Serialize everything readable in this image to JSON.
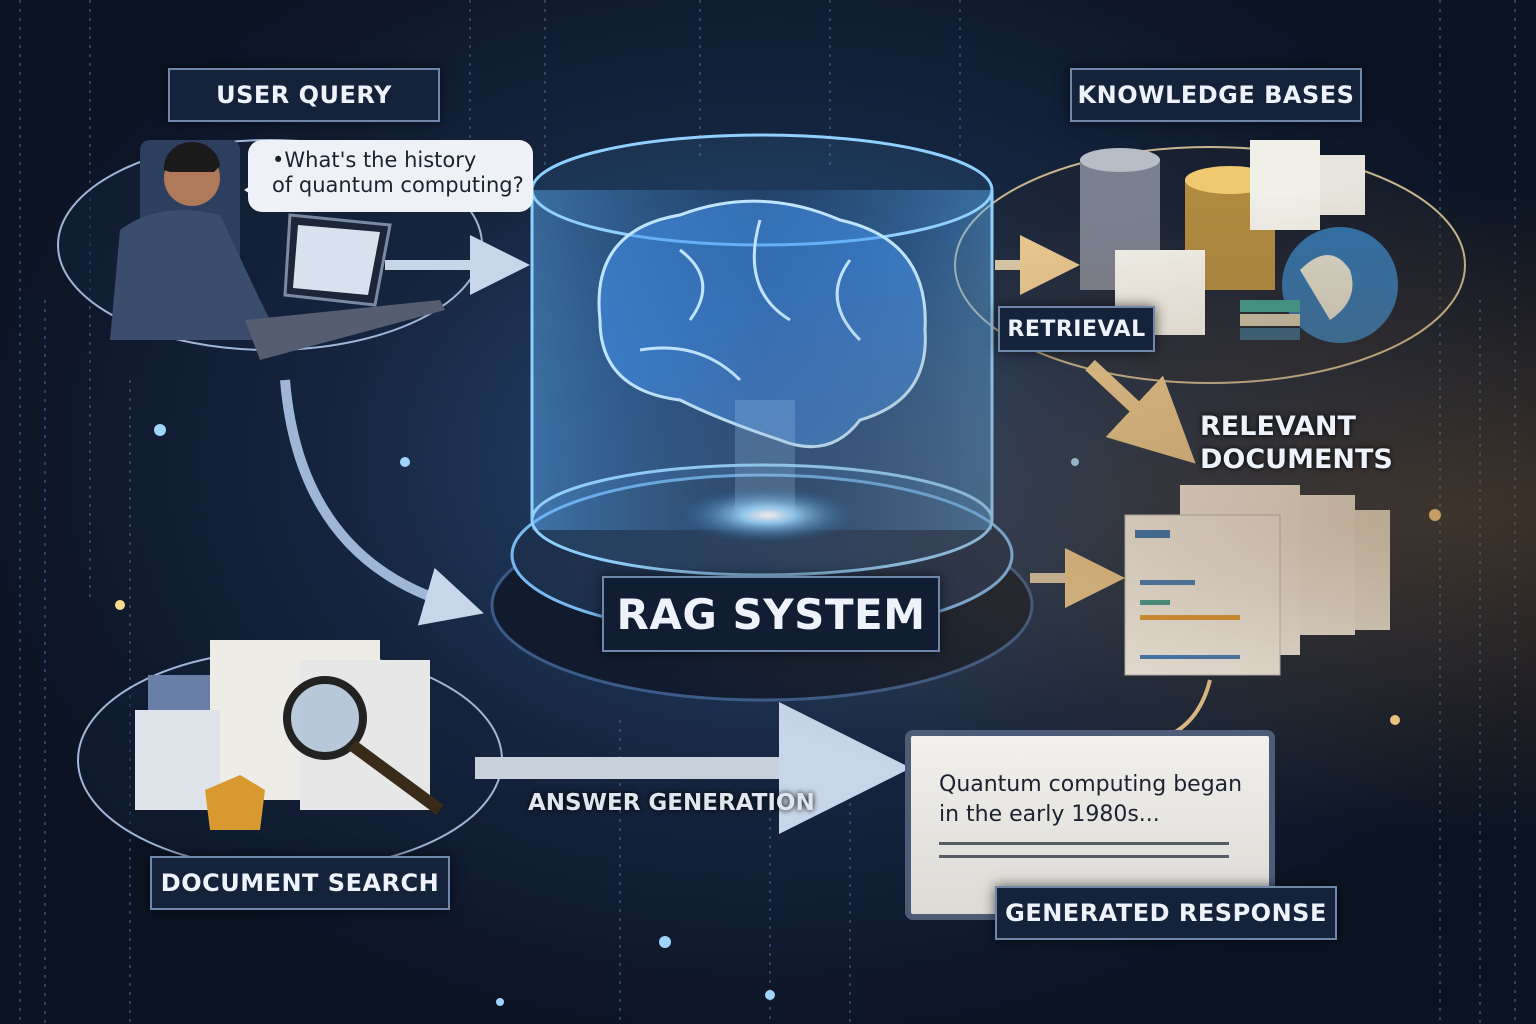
{
  "labels": {
    "user_query": "USER QUERY",
    "knowledge_bases": "KNOWLEDGE BASES",
    "retrieval": "RETRIEVAL",
    "relevant_documents": "RELEVANT DOCUMENTS",
    "rag_system": "RAG SYSTEM",
    "document_search": "DOCUMENT SEARCH",
    "answer_generation": "ANSWER GENERATION",
    "generated_response": "GENERATED RESPONSE"
  },
  "query_bubble": {
    "line1": "•What's the history",
    "line2": "of quantum computing?"
  },
  "response": {
    "line1": "Quantum computing began",
    "line2": "in the early 1980s..."
  },
  "colors": {
    "glow": "#5fb6ff",
    "accent_orange": "#e0a040",
    "label_bg": "#14233a"
  }
}
